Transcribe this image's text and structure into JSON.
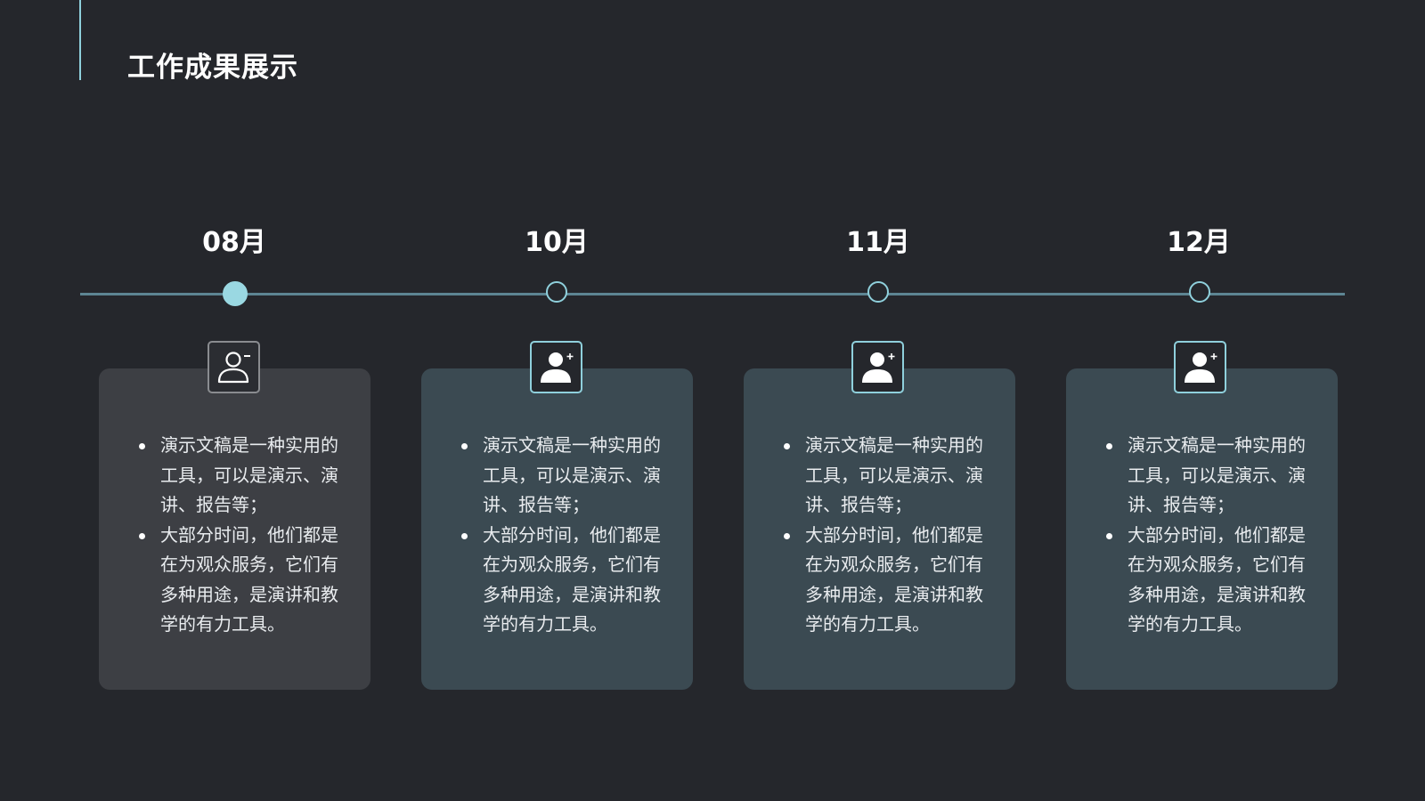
{
  "title": "工作成果展示",
  "colors": {
    "background": "#25272c",
    "accent": "#8fd0dc",
    "card_first": "#3d3f44",
    "card": "#3b4a52",
    "text": "#e9ecef"
  },
  "milestones": [
    {
      "month": "08月",
      "icon": "user-remove-icon",
      "active": true,
      "bullets": [
        "演示文稿是一种实用的工具，可以是演示、演讲、报告等；",
        "大部分时间，他们都是在为观众服务，它们有多种用途，是演讲和教学的有力工具。"
      ]
    },
    {
      "month": "10月",
      "icon": "user-add-icon",
      "active": false,
      "bullets": [
        "演示文稿是一种实用的工具，可以是演示、演讲、报告等；",
        "大部分时间，他们都是在为观众服务，它们有多种用途，是演讲和教学的有力工具。"
      ]
    },
    {
      "month": "11月",
      "icon": "user-add-icon",
      "active": false,
      "bullets": [
        "演示文稿是一种实用的工具，可以是演示、演讲、报告等；",
        "大部分时间，他们都是在为观众服务，它们有多种用途，是演讲和教学的有力工具。"
      ]
    },
    {
      "month": "12月",
      "icon": "user-add-icon",
      "active": false,
      "bullets": [
        "演示文稿是一种实用的工具，可以是演示、演讲、报告等；",
        "大部分时间，他们都是在为观众服务，它们有多种用途，是演讲和教学的有力工具。"
      ]
    }
  ]
}
